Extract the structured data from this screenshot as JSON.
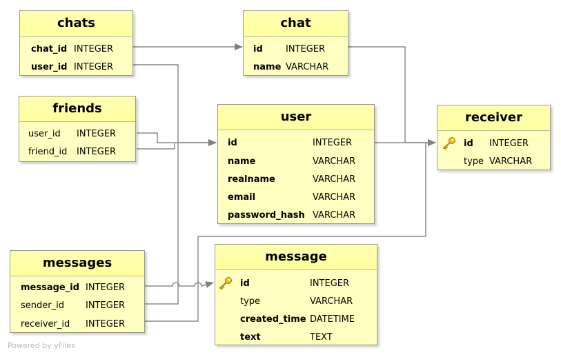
{
  "tables": {
    "chats": {
      "title": "chats",
      "columns": [
        {
          "name": "chat_id",
          "type": "INTEGER"
        },
        {
          "name": "user_id",
          "type": "INTEGER"
        }
      ]
    },
    "chat": {
      "title": "chat",
      "columns": [
        {
          "name": "id",
          "type": "INTEGER"
        },
        {
          "name": "name",
          "type": "VARCHAR"
        }
      ]
    },
    "friends": {
      "title": "friends",
      "columns": [
        {
          "name": "user_id",
          "type": "INTEGER"
        },
        {
          "name": "friend_id",
          "type": "INTEGER"
        }
      ]
    },
    "user": {
      "title": "user",
      "columns": [
        {
          "name": "id",
          "type": "INTEGER"
        },
        {
          "name": "name",
          "type": "VARCHAR"
        },
        {
          "name": "realname",
          "type": "VARCHAR"
        },
        {
          "name": "email",
          "type": "VARCHAR"
        },
        {
          "name": "password_hash",
          "type": "VARCHAR"
        }
      ]
    },
    "receiver": {
      "title": "receiver",
      "columns": [
        {
          "name": "id",
          "type": "INTEGER",
          "key_icon": "key-icon"
        },
        {
          "name": "type",
          "type": "VARCHAR"
        }
      ]
    },
    "messages": {
      "title": "messages",
      "columns": [
        {
          "name": "message_id",
          "type": "INTEGER"
        },
        {
          "name": "sender_id",
          "type": "INTEGER"
        },
        {
          "name": "receiver_id",
          "type": "INTEGER"
        }
      ]
    },
    "message": {
      "title": "message",
      "columns": [
        {
          "name": "id",
          "type": "INTEGER",
          "key_icon": "key-icon"
        },
        {
          "name": "type",
          "type": "VARCHAR"
        },
        {
          "name": "created_time",
          "type": "DATETIME"
        },
        {
          "name": "text",
          "type": "TEXT"
        }
      ]
    }
  },
  "colors": {
    "table_fill": "#ffffc2",
    "table_header": "#ffff9e",
    "table_border": "#9a9a82",
    "edge": "#808080",
    "watermark": "#b9b9b9"
  },
  "watermark": "Powered by yFiles"
}
